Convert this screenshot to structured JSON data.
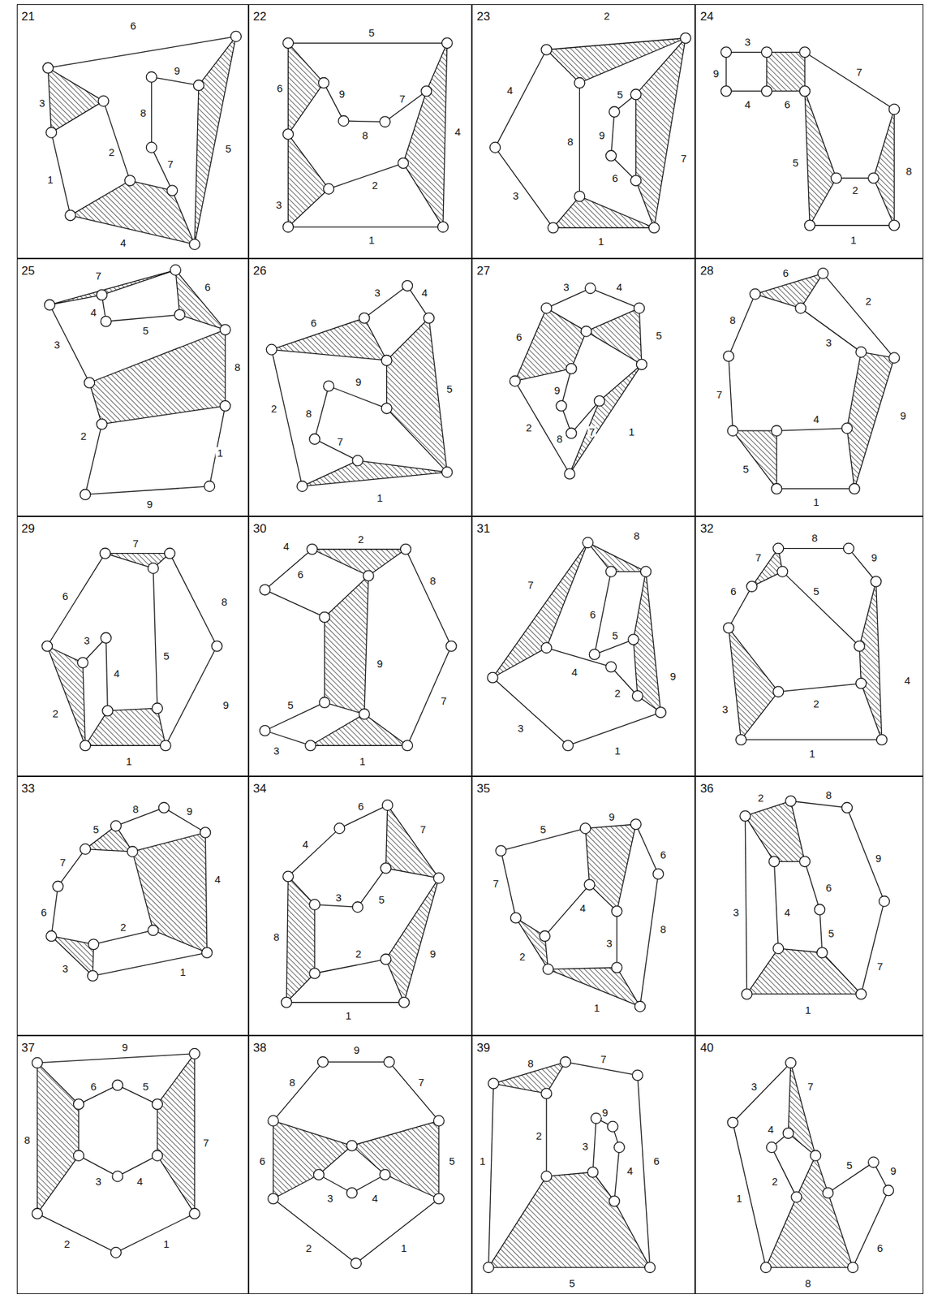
{
  "diagram": {
    "nodes": [
      {
        "text": [
          "21",
          "1",
          "2",
          "3",
          "4",
          "5",
          "6",
          "7",
          "8",
          "9"
        ]
      },
      {
        "text": [
          "22",
          "1",
          "2",
          "3",
          "4",
          "5",
          "6",
          "7",
          "8",
          "9"
        ]
      },
      {
        "text": [
          "23",
          "1",
          "2",
          "3",
          "4",
          "5",
          "6",
          "7",
          "8",
          "9"
        ]
      },
      {
        "text": [
          "24",
          "1",
          "2",
          "3",
          "4",
          "5",
          "6",
          "7",
          "8",
          "9"
        ]
      },
      {
        "text": [
          "25",
          "1",
          "2",
          "3",
          "4",
          "5",
          "6",
          "7",
          "8",
          "9"
        ]
      },
      {
        "text": [
          "26",
          "1",
          "2",
          "3",
          "4",
          "5",
          "6",
          "7",
          "8",
          "9"
        ]
      },
      {
        "text": [
          "27",
          "1",
          "2",
          "3",
          "4",
          "5",
          "6",
          "7",
          "8",
          "9"
        ]
      },
      {
        "text": [
          "28",
          "1",
          "2",
          "3",
          "4",
          "5",
          "6",
          "7",
          "8",
          "9"
        ]
      },
      {
        "text": [
          "29",
          "1",
          "2",
          "3",
          "4",
          "5",
          "6",
          "7",
          "8",
          "9"
        ]
      },
      {
        "text": [
          "30",
          "1",
          "2",
          "3",
          "4",
          "5",
          "6",
          "7",
          "8",
          "9"
        ]
      },
      {
        "text": [
          "31",
          "1",
          "2",
          "3",
          "4",
          "5",
          "6",
          "7",
          "8",
          "9"
        ]
      },
      {
        "text": [
          "32",
          "1",
          "2",
          "3",
          "4",
          "5",
          "6",
          "7",
          "8",
          "9"
        ]
      },
      {
        "text": [
          "33",
          "1",
          "2",
          "3",
          "4",
          "5",
          "6",
          "7",
          "8",
          "9"
        ]
      },
      {
        "text": [
          "34",
          "1",
          "2",
          "3",
          "4",
          "5",
          "6",
          "7",
          "8",
          "9"
        ]
      },
      {
        "text": [
          "35",
          "1",
          "2",
          "3",
          "4",
          "5",
          "6",
          "7",
          "8",
          "9"
        ]
      },
      {
        "text": [
          "36",
          "1",
          "2",
          "3",
          "4",
          "5",
          "6",
          "7",
          "8",
          "9"
        ]
      },
      {
        "text": [
          "37",
          "1",
          "2",
          "3",
          "4",
          "5",
          "6",
          "7",
          "8",
          "9"
        ]
      },
      {
        "text": [
          "38",
          "1",
          "2",
          "3",
          "4",
          "5",
          "6",
          "7",
          "8",
          "9"
        ]
      },
      {
        "text": [
          "39",
          "1",
          "2",
          "3",
          "4",
          "5",
          "6",
          "7",
          "8",
          "9"
        ]
      },
      {
        "text": [
          "40",
          "1",
          "2",
          "3",
          "4",
          "5",
          "6",
          "7",
          "8",
          "9"
        ]
      }
    ]
  }
}
